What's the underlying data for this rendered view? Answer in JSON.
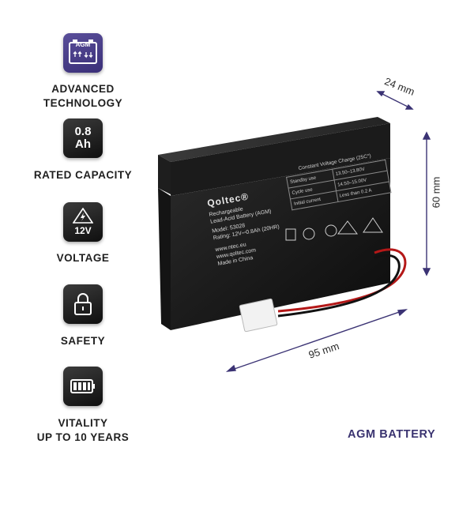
{
  "features": [
    {
      "tile_text": "AGM",
      "label_lines": [
        "ADVANCED",
        "TECHNOLOGY"
      ],
      "icon": "agm-battery-icon"
    },
    {
      "tile_lines": [
        "0.8",
        "Ah"
      ],
      "label_lines": [
        "RATED CAPACITY"
      ],
      "icon": "capacity-icon"
    },
    {
      "tile_text": "12V",
      "label_lines": [
        "VOLTAGE"
      ],
      "icon": "voltage-warning-icon"
    },
    {
      "label_lines": [
        "SAFETY"
      ],
      "icon": "padlock-icon"
    },
    {
      "label_lines": [
        "VITALITY",
        "UP TO 10 YEARS"
      ],
      "icon": "battery-level-icon"
    }
  ],
  "dimensions": {
    "depth": "24 mm",
    "height": "60 mm",
    "width": "95 mm"
  },
  "product_title": "AGM BATTERY",
  "battery": {
    "brand": "Qoltec®",
    "lines": [
      "Rechargeable",
      "Lead-Acid Battery (AGM)",
      "Model: 53028",
      "Rating: 12V⎓0.8Ah (20HR)"
    ],
    "web": [
      "www.ntec.eu",
      "www.qoltec.com",
      "Made in China"
    ],
    "spec_header": "Constant Voltage Charge (25C°)",
    "spec_rows": [
      [
        "Standby use",
        "13.50–13.80V"
      ],
      [
        "Cycle use",
        "14.50–15.00V"
      ],
      [
        "Initial current",
        "Less than 0.2 A"
      ]
    ]
  },
  "colors": {
    "accent": "#3a3370",
    "tile_dark": "#1c1c1c",
    "tile_agm": "#4a3f8a",
    "dimension_line": "#3b3374"
  }
}
